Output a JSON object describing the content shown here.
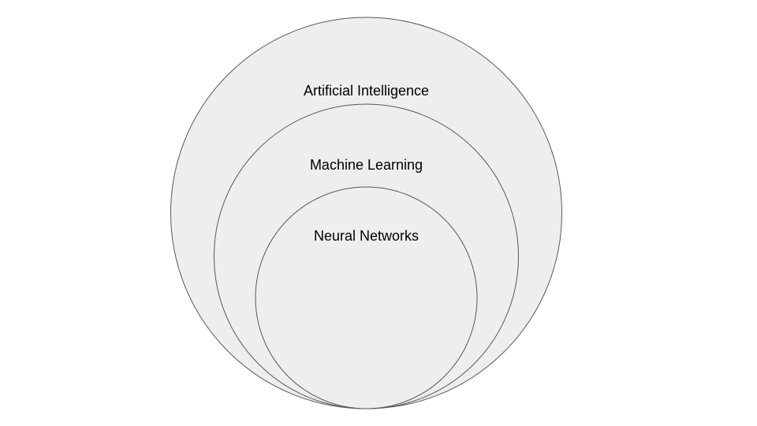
{
  "diagram": {
    "type": "nested-circles",
    "colors": {
      "circle_fill": "#eeeeee",
      "circle_stroke": "#595959",
      "text": "#000000",
      "background": "#ffffff"
    },
    "circles": [
      {
        "label": "Artificial Intelligence"
      },
      {
        "label": "Machine Learning"
      },
      {
        "label": "Neural Networks"
      }
    ]
  }
}
